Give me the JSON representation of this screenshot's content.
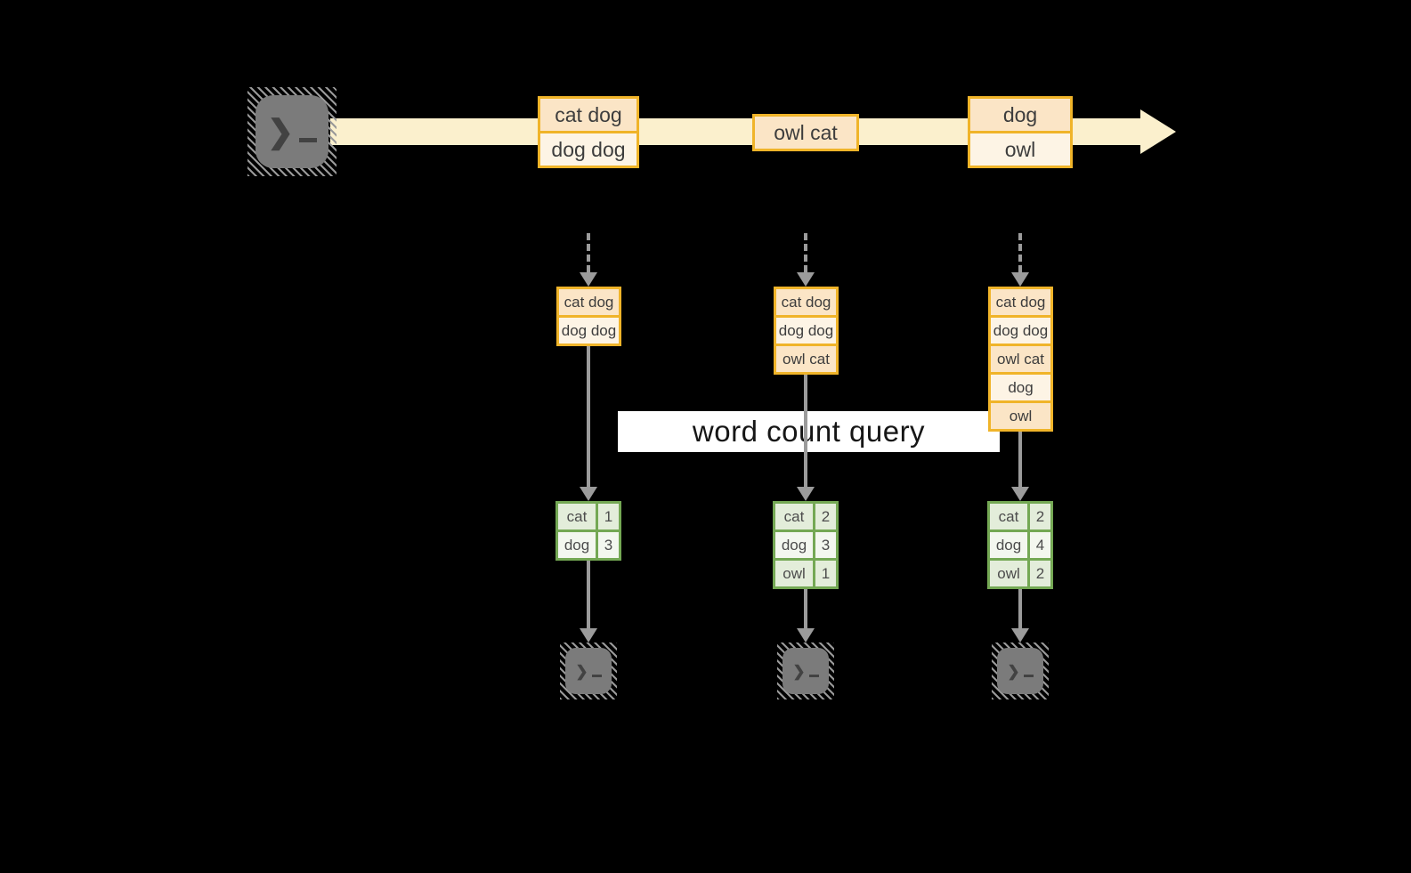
{
  "theme": {
    "bg": "#000000",
    "amber": "#f0b429",
    "peach-dark": "#fbe5c6",
    "peach-light": "#fdf4e5",
    "cream": "#fbf0cd",
    "green": "#74a854",
    "green-dark": "#e3edda",
    "green-light": "#f3f7ef",
    "gray": "#9b9b9b",
    "terminal-gray": "#7b7b7b",
    "text": "#3d3d3d"
  },
  "icons": {
    "terminal_prompt": "❯"
  },
  "stream": {
    "batches": [
      {
        "rows": [
          "cat dog",
          "dog dog"
        ]
      },
      {
        "rows": [
          "owl cat"
        ]
      },
      {
        "rows": [
          "dog",
          "owl"
        ]
      }
    ]
  },
  "query": {
    "label": "word count query"
  },
  "columns": [
    {
      "buffer": [
        "cat dog",
        "dog dog"
      ],
      "counts": [
        {
          "word": "cat",
          "count": "1"
        },
        {
          "word": "dog",
          "count": "3"
        }
      ]
    },
    {
      "buffer": [
        "cat dog",
        "dog dog",
        "owl cat"
      ],
      "counts": [
        {
          "word": "cat",
          "count": "2"
        },
        {
          "word": "dog",
          "count": "3"
        },
        {
          "word": "owl",
          "count": "1"
        }
      ]
    },
    {
      "buffer": [
        "cat dog",
        "dog dog",
        "owl cat",
        "dog",
        "owl"
      ],
      "counts": [
        {
          "word": "cat",
          "count": "2"
        },
        {
          "word": "dog",
          "count": "4"
        },
        {
          "word": "owl",
          "count": "2"
        }
      ]
    }
  ]
}
